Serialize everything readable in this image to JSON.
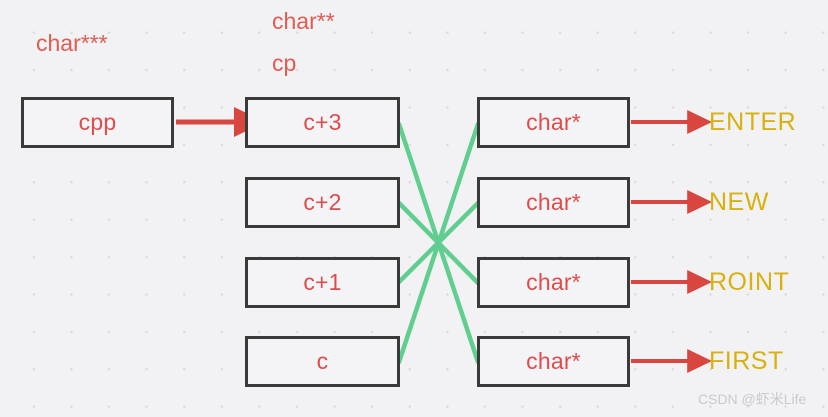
{
  "diagram": {
    "background_color": "#f2f2f4",
    "grid_dot_color": "#dcdce0",
    "box_border_color": "#3a3a3a",
    "box_fill_color": "#f4f4f6",
    "red_accent": "#e04b4b",
    "green_accent": "#5fce8f",
    "yellow_accent": "#d9b10d"
  },
  "annotations": {
    "char_triple_star": "char***",
    "char_double_star": "char**",
    "cp": "cp"
  },
  "pointer_box": {
    "label": "cpp"
  },
  "array_boxes": [
    {
      "label": "c+3"
    },
    {
      "label": "c+2"
    },
    {
      "label": "c+1"
    },
    {
      "label": "c"
    }
  ],
  "string_boxes": [
    {
      "label": "char*"
    },
    {
      "label": "char*"
    },
    {
      "label": "char*"
    },
    {
      "label": "char*"
    }
  ],
  "string_values": [
    {
      "text": "ENTER"
    },
    {
      "text": "NEW"
    },
    {
      "text": "ROINT"
    },
    {
      "text": "FIRST"
    }
  ],
  "watermark": {
    "text": "CSDN @虾米Life"
  }
}
